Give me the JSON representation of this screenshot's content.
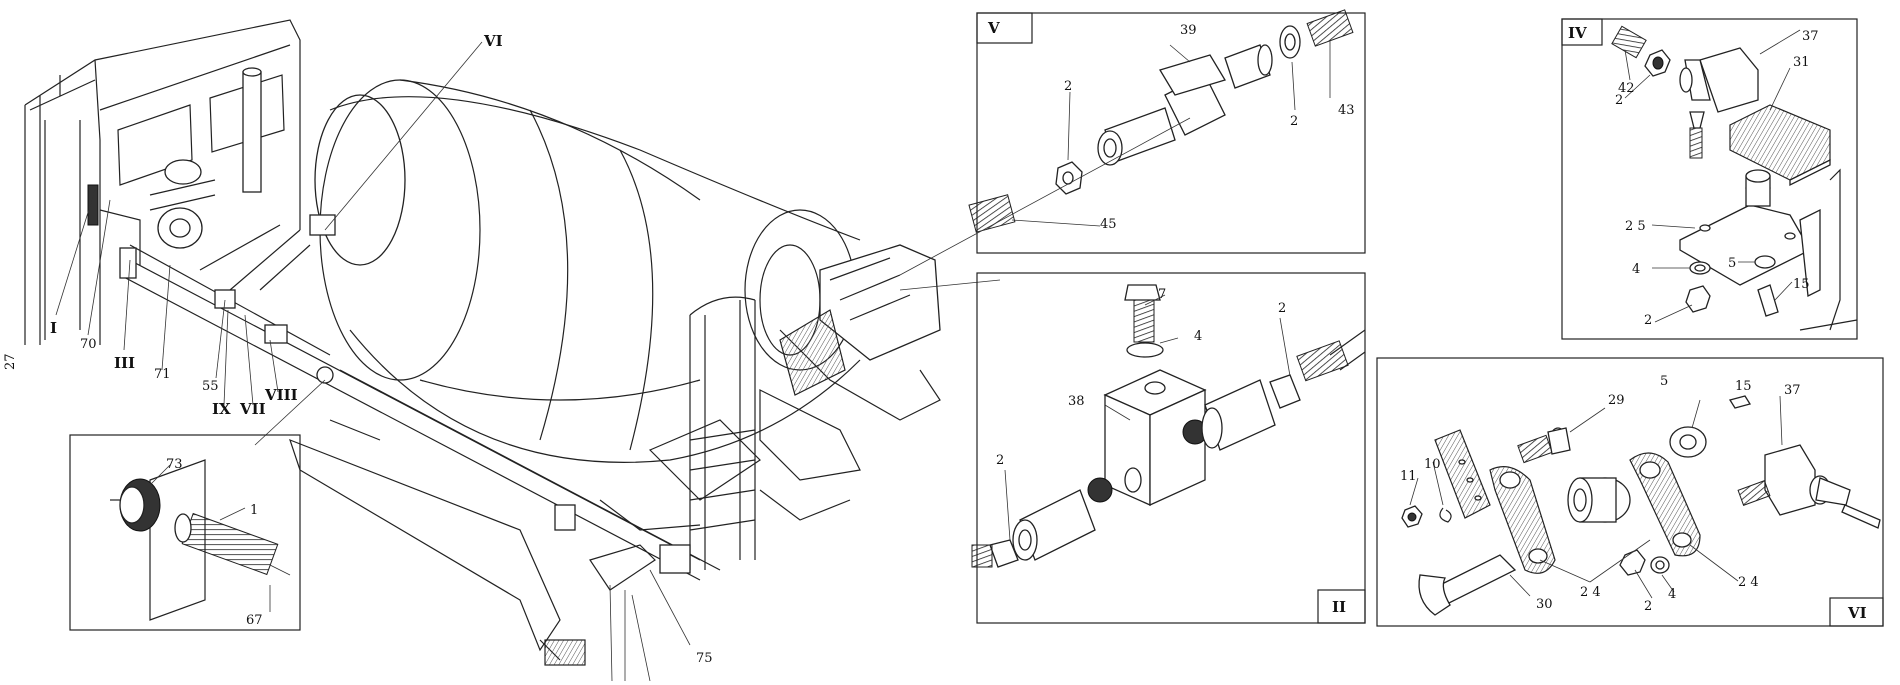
{
  "main_callouts": {
    "I": "I",
    "70": "70",
    "III": "III",
    "71": "71",
    "55": "55",
    "IX": "IX",
    "VII": "VII",
    "VIII": "VIII",
    "VI": "VI",
    "75": "75",
    "side_mark": "27"
  },
  "detail_bottom_left": {
    "73": "73",
    "1": "1",
    "67": "67"
  },
  "panel_V": {
    "title": "V",
    "39": "39",
    "2a": "2",
    "2b": "2",
    "43": "43",
    "45": "45"
  },
  "panel_II": {
    "title": "II",
    "7": "7",
    "4": "4",
    "2a": "2",
    "38": "38",
    "2b": "2"
  },
  "panel_IV": {
    "title": "IV",
    "37": "37",
    "31": "31",
    "42": "42",
    "2a": "2",
    "25": "2 5",
    "4": "4",
    "5": "5",
    "15": "15",
    "2b": "2"
  },
  "panel_VI": {
    "title": "VI",
    "29": "29",
    "5": "5",
    "15": "15",
    "37": "37",
    "11": "11",
    "10": "10",
    "30": "30",
    "24a": "2 4",
    "2": "2",
    "4": "4",
    "24b": "2 4"
  }
}
